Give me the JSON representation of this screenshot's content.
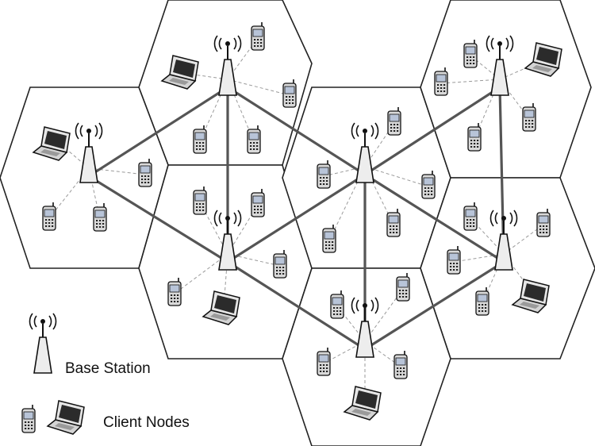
{
  "legend": {
    "base_station_label": "Base Station",
    "client_nodes_label": "Client Nodes"
  },
  "colors": {
    "cell_border": "#222222",
    "backhaul_link": "#555555",
    "access_link": "#9a9a9a",
    "phone_screen": "#b8c4d8",
    "device_fill": "#d9d9d9"
  },
  "icons": {
    "base_station": "base-station-icon",
    "phone": "phone-icon",
    "laptop": "laptop-icon"
  },
  "diagram": {
    "cell_count": 7,
    "base_station_count": 7,
    "backhaul_links": [
      [
        "BS-W",
        "BS-N"
      ],
      [
        "BS-W",
        "BS-C"
      ],
      [
        "BS-N",
        "BS-C"
      ],
      [
        "BS-N",
        "BS-M"
      ],
      [
        "BS-C",
        "BS-M"
      ],
      [
        "BS-C",
        "BS-S"
      ],
      [
        "BS-M",
        "BS-NE"
      ],
      [
        "BS-M",
        "BS-E"
      ],
      [
        "BS-M",
        "BS-S"
      ],
      [
        "BS-NE",
        "BS-E"
      ],
      [
        "BS-E",
        "BS-S"
      ]
    ]
  }
}
